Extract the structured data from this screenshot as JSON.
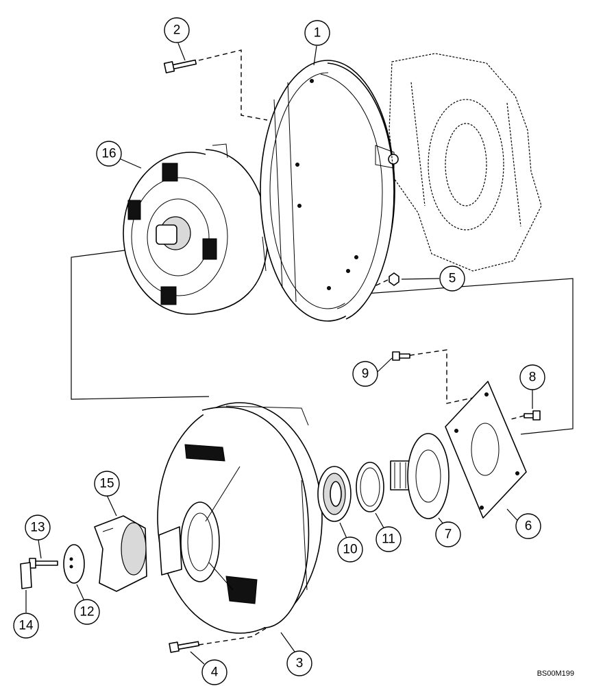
{
  "callouts": [
    "1",
    "2",
    "3",
    "4",
    "5",
    "6",
    "7",
    "8",
    "9",
    "10",
    "11",
    "12",
    "13",
    "14",
    "15",
    "16"
  ],
  "reference_code": "BS00M199"
}
